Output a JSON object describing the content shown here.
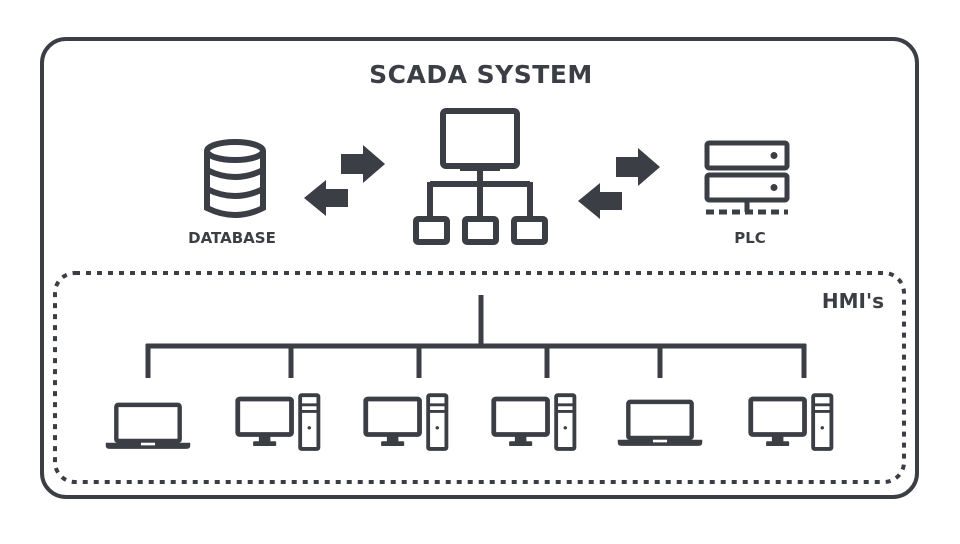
{
  "diagram": {
    "title": "SCADA SYSTEM",
    "nodes": {
      "database": {
        "label": "DATABASE",
        "icon": "database-icon"
      },
      "server": {
        "icon": "network-hierarchy-icon"
      },
      "plc": {
        "label": "PLC",
        "icon": "server-rack-icon"
      }
    },
    "hmi_group": {
      "label": "HMI's",
      "devices": [
        {
          "icon": "laptop-icon"
        },
        {
          "icon": "desktop-computer-icon"
        },
        {
          "icon": "desktop-computer-icon"
        },
        {
          "icon": "desktop-computer-icon"
        },
        {
          "icon": "laptop-icon"
        },
        {
          "icon": "desktop-computer-icon"
        }
      ]
    },
    "colors": {
      "ink": "#3b3e45",
      "background": "#ffffff"
    }
  }
}
